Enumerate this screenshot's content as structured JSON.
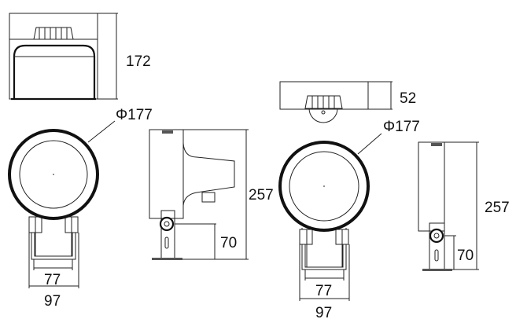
{
  "drawing": {
    "left_view": {
      "top_height": "172",
      "diameter": "Φ177",
      "side_height": "257",
      "bracket_height": "70",
      "bracket_inner_width": "77",
      "bracket_outer_width": "97"
    },
    "right_view": {
      "top_height": "52",
      "diameter": "Φ177",
      "side_height": "257",
      "bracket_height": "70",
      "bracket_inner_width": "77",
      "bracket_outer_width": "97"
    }
  }
}
